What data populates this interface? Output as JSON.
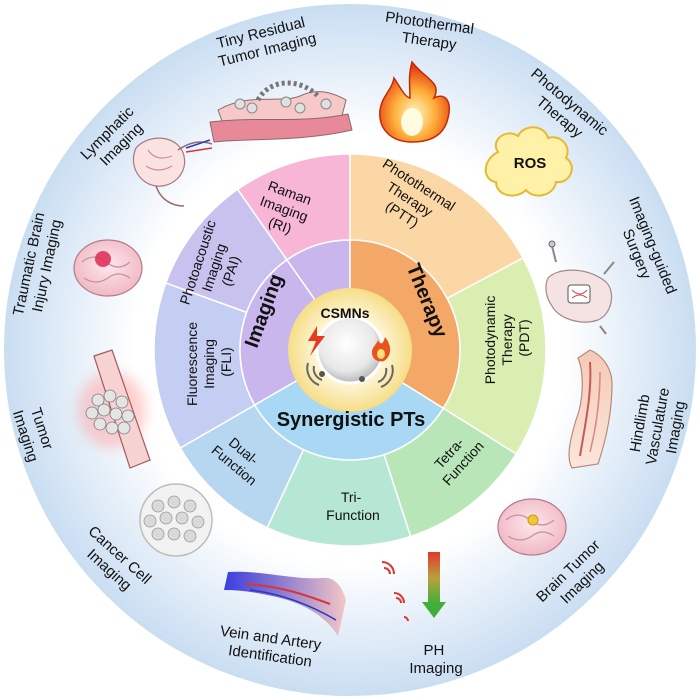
{
  "center": {
    "label": "CSMNs"
  },
  "categories": {
    "imaging": "Imaging",
    "therapy": "Therapy",
    "synergistic": "Synergistic PTs"
  },
  "middle_ring": {
    "raman": [
      "Raman",
      "Imaging",
      "(RI)"
    ],
    "ptt": [
      "Photothermal",
      "Therapy",
      "(PTT)"
    ],
    "pdt": [
      "Photodynamic",
      "Therapy",
      "(PDT)"
    ],
    "tetra": [
      "Tetra-",
      "Function"
    ],
    "tri": [
      "Tri-",
      "Function"
    ],
    "dual": [
      "Dual-",
      "Function"
    ],
    "fli": [
      "Fluorescence",
      "Imaging",
      "(FLI)"
    ],
    "pai": [
      "Photoacoustic",
      "Imaging",
      "(PAI)"
    ]
  },
  "outer_ring": {
    "tiny_residual": [
      "Tiny Residual",
      "Tumor Imaging"
    ],
    "photothermal": [
      "Photothermal",
      "Therapy"
    ],
    "photodynamic": [
      "Photodynamic",
      "Therapy"
    ],
    "imaging_guided": [
      "Imaging-guided",
      "Surgery"
    ],
    "hindlimb": [
      "Hindlimb",
      "Vasculature",
      "Imaging"
    ],
    "brain_tumor": [
      "Brain Tumor",
      "Imaging"
    ],
    "ph": [
      "PH",
      "Imaging"
    ],
    "vein_artery": [
      "Vein and Artery",
      "Identification"
    ],
    "cancer_cell": [
      "Cancer Cell",
      "Imaging"
    ],
    "tumor": [
      "Tumor",
      "Imaging"
    ],
    "tbi": [
      "Traumatic Brain",
      "Injury Imaging"
    ],
    "lymphatic": [
      "Lymphatic",
      "Imaging"
    ]
  },
  "badge": {
    "ros": "ROS"
  },
  "colors": {
    "outer_ring": "#d6e6f5",
    "imaging_sector": "#c9b6ec",
    "therapy_sector": "#f3a868",
    "synergistic_sector": "#a9d8f4",
    "raman": "#f8b6d6",
    "ptt": "#fbd7a5",
    "pdt": "#d9eeb0",
    "tetra": "#b9e6b9",
    "tri": "#b6e7d5",
    "dual": "#b6d7ef",
    "fli": "#c4cdf2",
    "pai": "#c9c1ee"
  }
}
